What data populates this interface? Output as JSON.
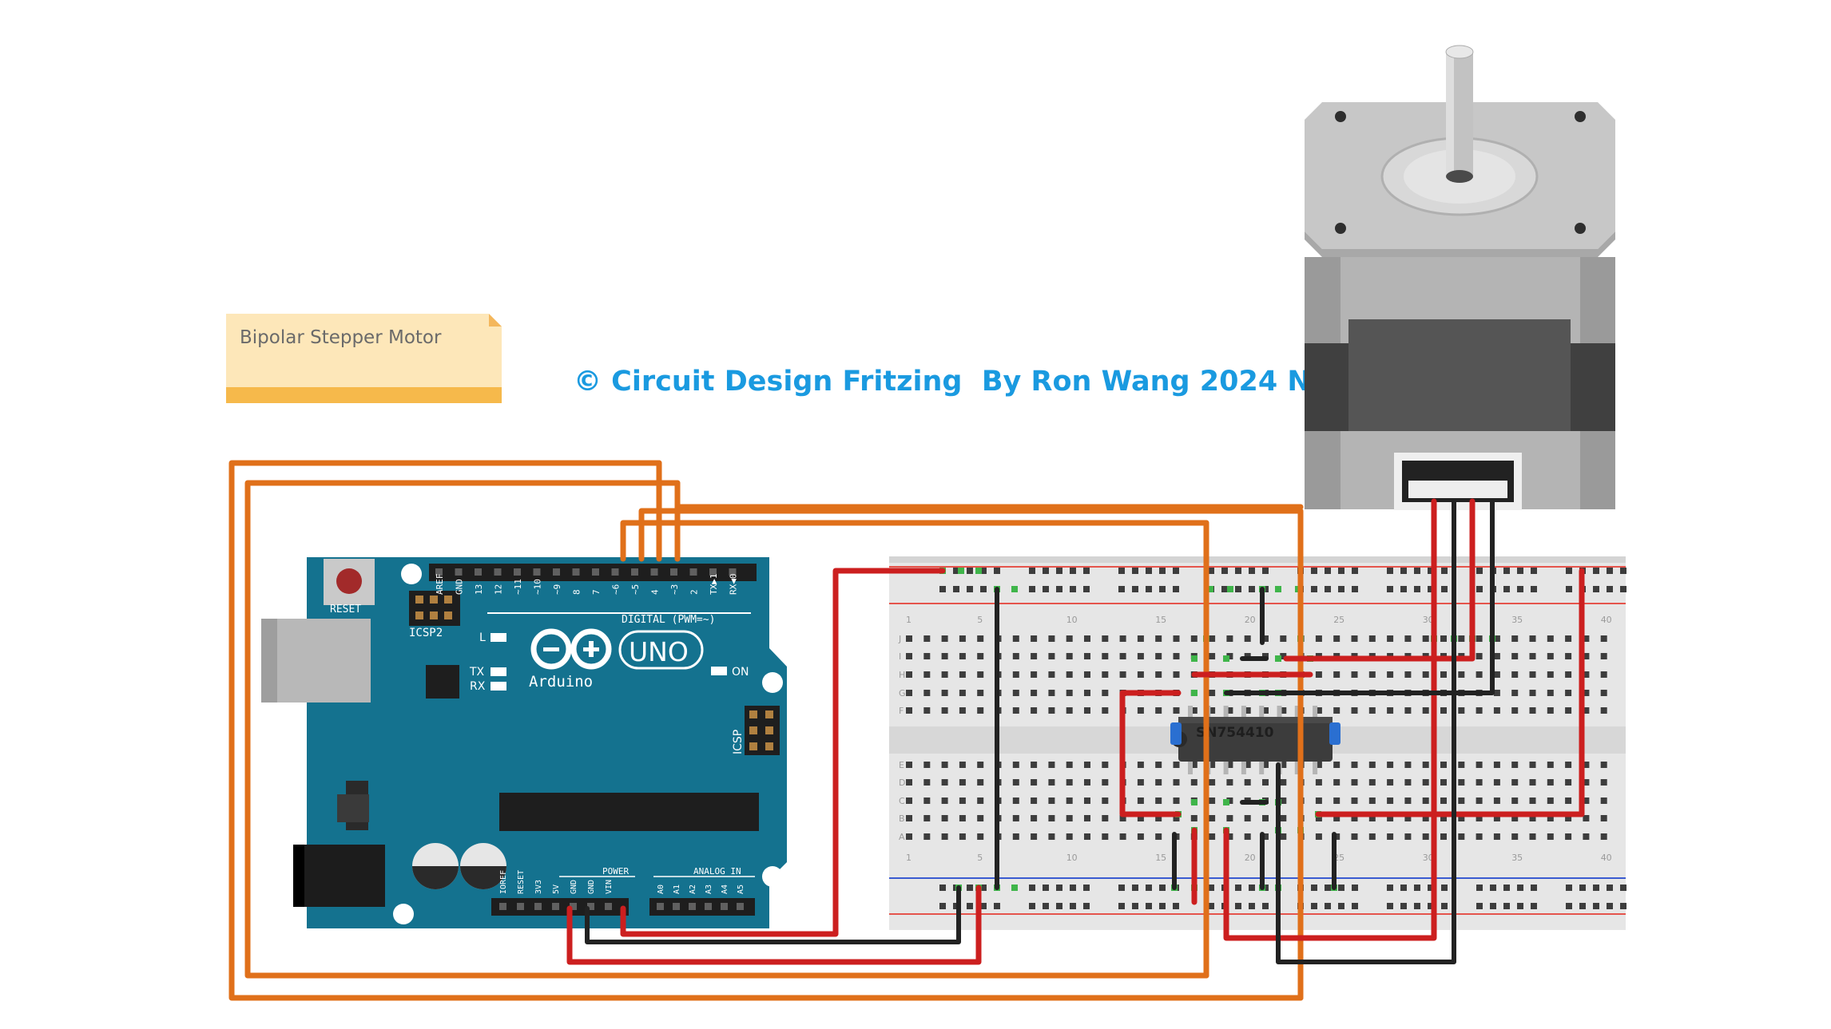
{
  "note": {
    "text": "Bipolar Stepper Motor"
  },
  "copyright": "© Circuit Design Fritzing  By Ron Wang 2024 NY",
  "arduino": {
    "reset_label": "RESET",
    "icsp2_label": "ICSP2",
    "icsp_label": "ICSP",
    "digital_label": "DIGITAL (PWM=~)",
    "brand": "Arduino",
    "model": "UNO",
    "led_l": "L",
    "led_tx": "TX",
    "led_rx": "RX",
    "led_on": "ON",
    "power_label": "POWER",
    "analog_label": "ANALOG IN",
    "digital_pins": [
      "AREF",
      "GND",
      "13",
      "12",
      "~11",
      "~10",
      "~9",
      "8",
      "7",
      "~6",
      "~5",
      "4",
      "~3",
      "2",
      "TX▶1",
      "RX◀0"
    ],
    "power_pins": [
      "IOREF",
      "RESET",
      "3V3",
      "5V",
      "GND",
      "GND",
      "VIN"
    ],
    "analog_pins": [
      "A0",
      "A1",
      "A2",
      "A3",
      "A4",
      "A5"
    ]
  },
  "ic": {
    "label": "SN754410"
  },
  "breadboard": {
    "top_row_letters": [
      "J",
      "I",
      "H",
      "G",
      "F"
    ],
    "bottom_row_letters": [
      "E",
      "D",
      "C",
      "B",
      "A"
    ],
    "column_numbers": [
      "1",
      "5",
      "10",
      "15",
      "20",
      "25",
      "30",
      "35",
      "40"
    ]
  },
  "colors": {
    "wire_orange": "#e0701a",
    "wire_red": "#cc1f1f",
    "wire_black": "#222222",
    "arduino_blue": "#14728f",
    "title_blue": "#1a9ae0"
  }
}
